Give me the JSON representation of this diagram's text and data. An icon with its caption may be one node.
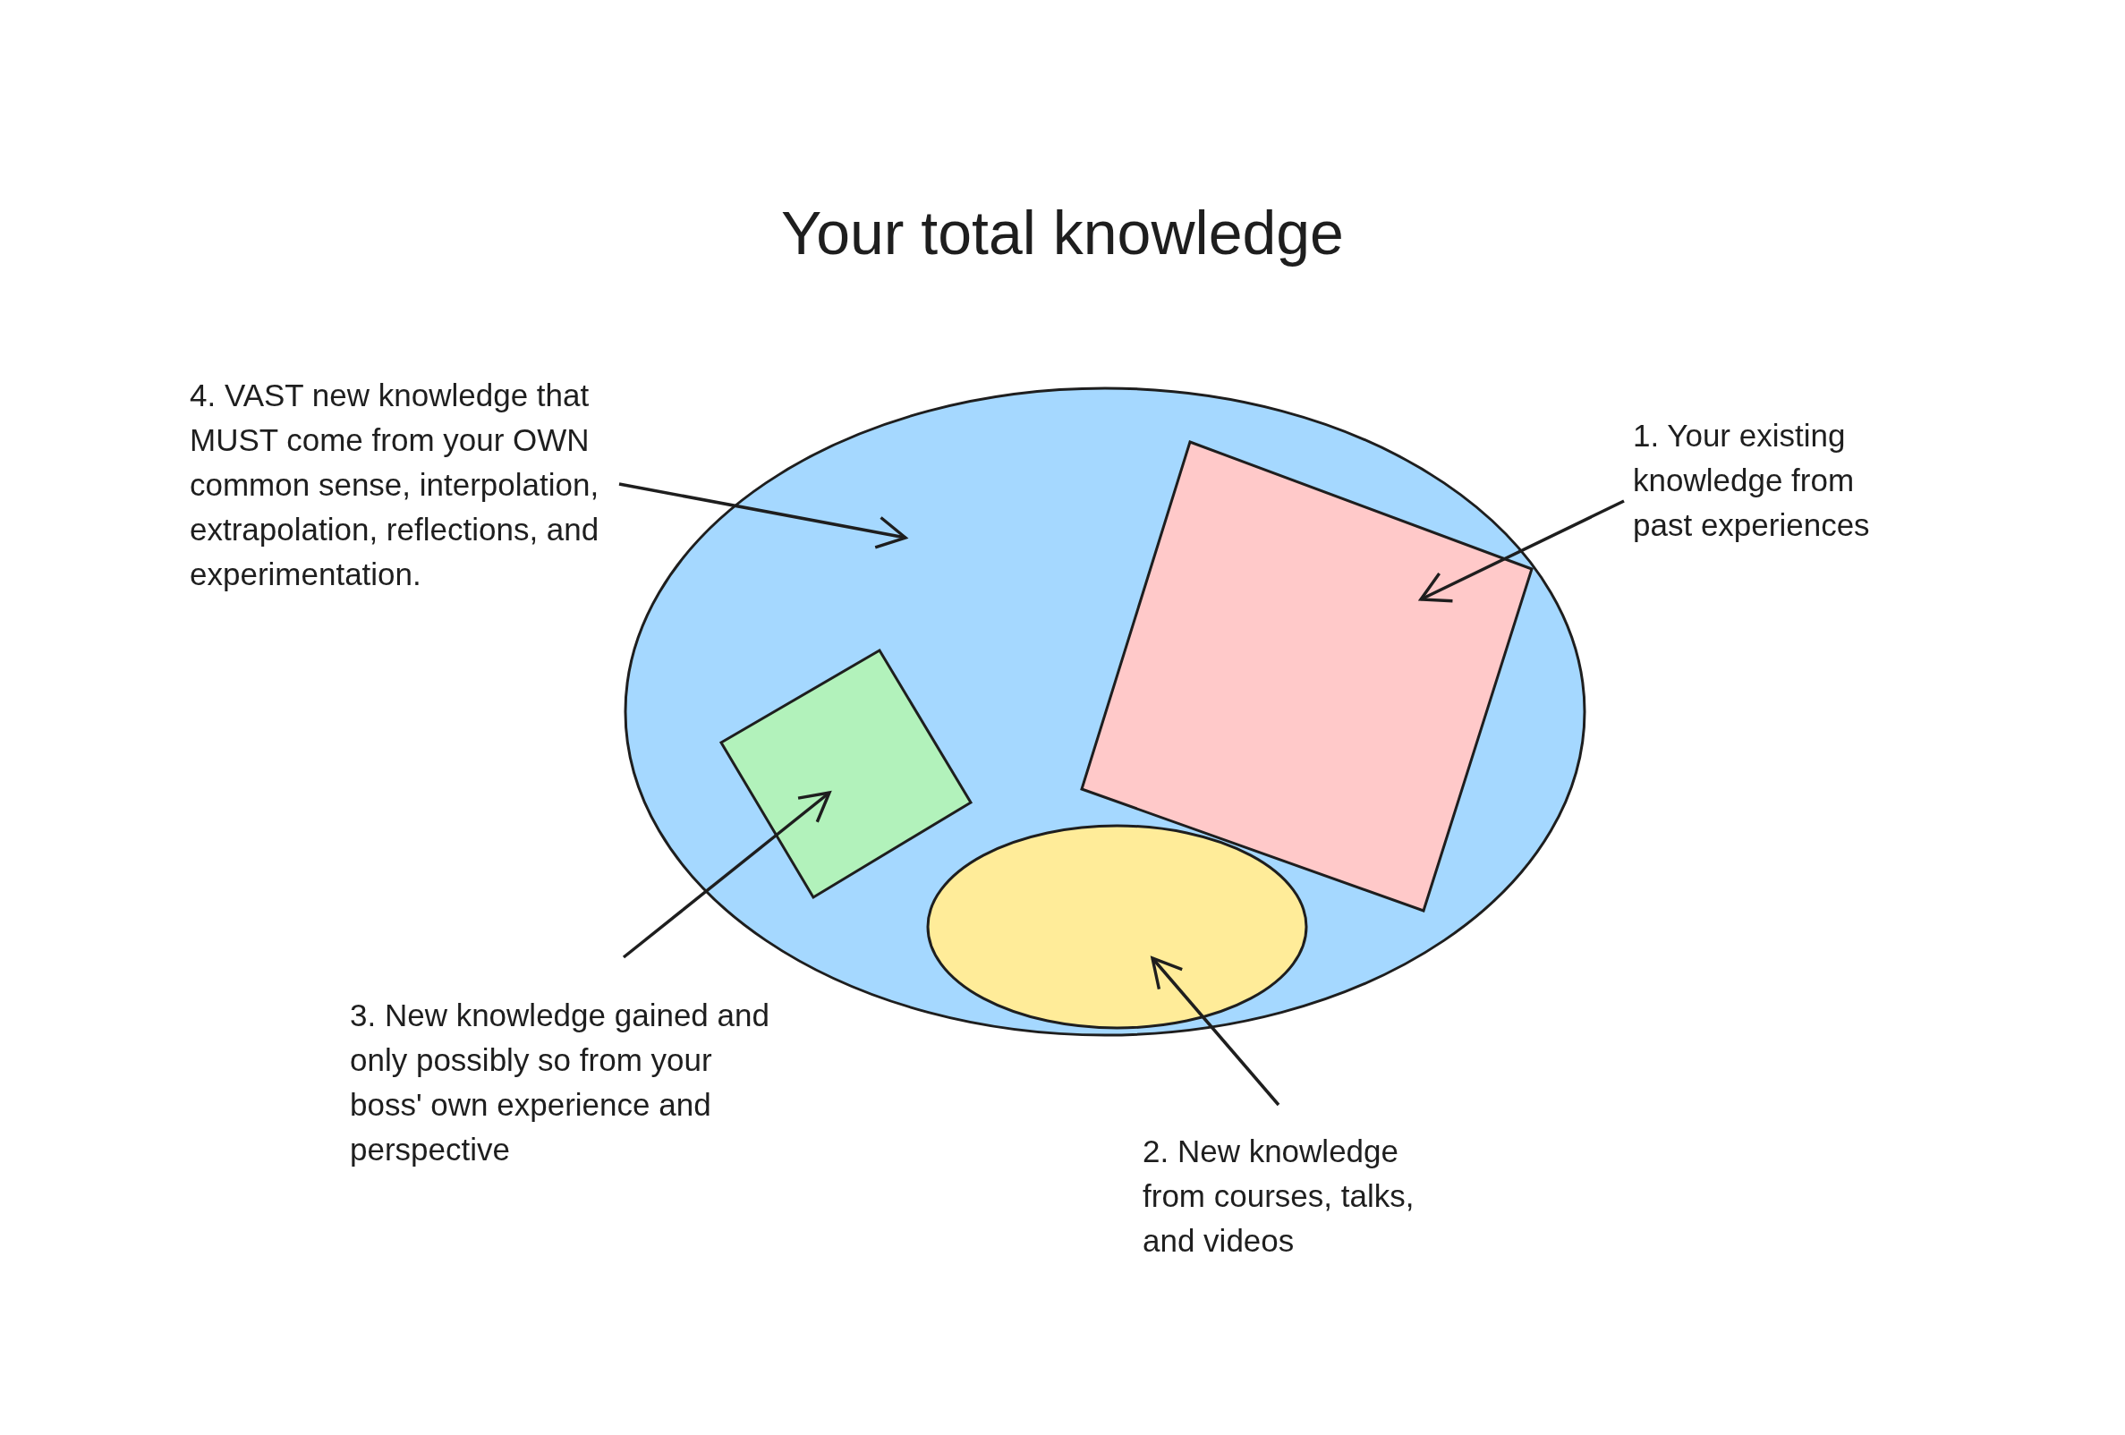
{
  "diagram": {
    "title": "Your total knowledge",
    "nodes": [
      {
        "text": [
          "4. VAST new knowledge that MUST come from your OWN common sense, interpolation, extrapolation, reflections, and experimentation."
        ]
      },
      {
        "text": [],
        "shape": "circle"
      },
      {
        "text": [],
        "shape": "box",
        "in": 1
      },
      {
        "text": [],
        "shape": "box",
        "in": 1
      },
      {
        "text": [
          "1. Your existing knowledge from past experiences"
        ]
      },
      {
        "text": [],
        "shape": "circle",
        "in": 1
      },
      {
        "text": [
          "3. New knowledge gained and only possibly so from your boss' own experience and perspective"
        ]
      },
      {
        "text": [
          "2. New knowledge from courses, talks, and videos"
        ]
      }
    ],
    "edges": [
      {
        "from": 4,
        "to": 3,
        "arrow": "to"
      },
      {
        "from": 7,
        "to": 5,
        "arrow": "to"
      },
      {
        "from": 6,
        "to": 2,
        "arrow": "to"
      },
      {
        "from": 0,
        "to": 1,
        "arrow": "to"
      }
    ]
  }
}
